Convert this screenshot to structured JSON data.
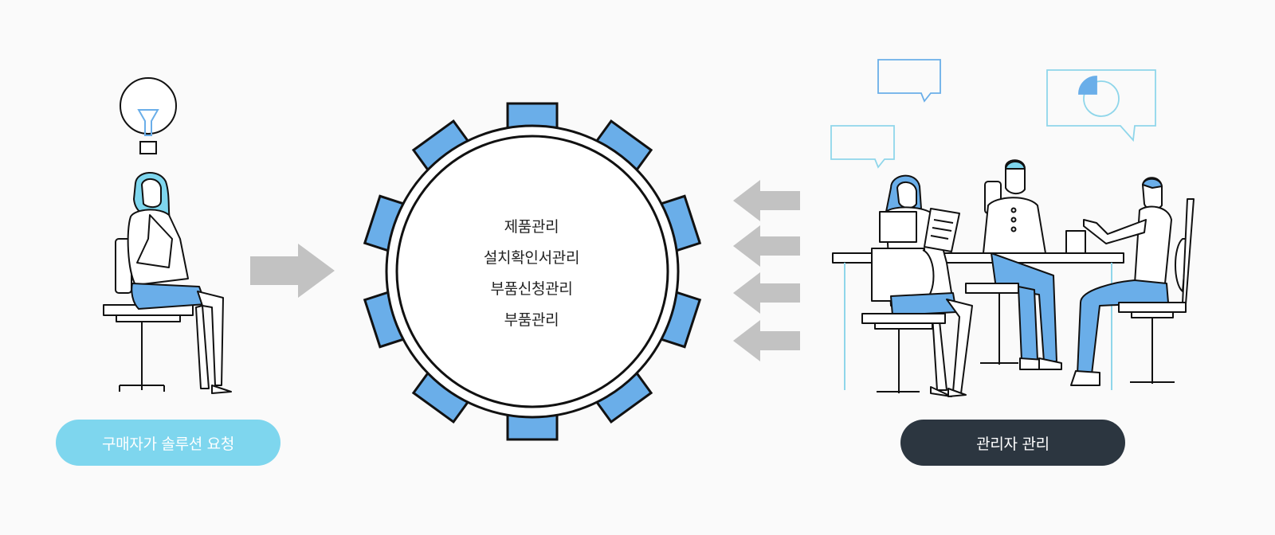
{
  "colors": {
    "blue": "#6aaee9",
    "cyan": "#7ed6ee",
    "dark": "#2c3640",
    "gray_arrow": "#c2c2c2",
    "line": "#111111",
    "light_line": "#8fd6ea"
  },
  "gear": {
    "items": [
      {
        "label": "제품관리"
      },
      {
        "label": "설치확인서관리"
      },
      {
        "label": "부품신청관리"
      },
      {
        "label": "부품관리"
      }
    ]
  },
  "buyer": {
    "label": "구매자가 솔루션 요청"
  },
  "admin": {
    "label": "관리자 관리"
  },
  "icons": [
    "lightbulb-icon",
    "arrow-right-icon",
    "arrow-left-icon",
    "speech-bubble-icon",
    "pie-chart-icon"
  ]
}
